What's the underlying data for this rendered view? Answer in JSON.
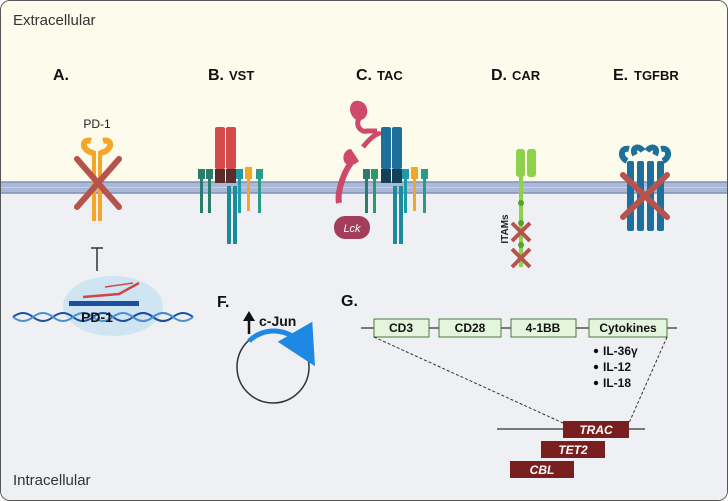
{
  "zones": {
    "extracellular": "Extracellular",
    "intracellular": "Intracellular"
  },
  "panels": {
    "a": {
      "letter": "A.",
      "label": "PD-1",
      "gene": "PD-1"
    },
    "b": {
      "letter": "B.",
      "sub": "VST"
    },
    "c": {
      "letter": "C.",
      "sub": "TAC",
      "kinase": "Lck"
    },
    "d": {
      "letter": "D.",
      "sub": "CAR",
      "motif": "ITAMs"
    },
    "e": {
      "letter": "E.",
      "sub": "TGFBR"
    },
    "f": {
      "letter": "F.",
      "factor": "c-Jun"
    },
    "g": {
      "letter": "G.",
      "construct": [
        "CD3",
        "CD28",
        "4-1BB",
        "Cytokines"
      ],
      "cytokines": [
        "IL-36γ",
        "IL-12",
        "IL-18"
      ],
      "loci": [
        "TRAC",
        "TET2",
        "CBL"
      ]
    }
  },
  "colors": {
    "extracellular_bg": "#fdfbec",
    "intracellular_bg": "#eef0f4",
    "membrane": "#a9b8d6",
    "knockout_x": "#b5544d",
    "gene_box": "#7a1f1f",
    "construct_box": "#e3f5dc",
    "circle_arrow": "#2196f3"
  },
  "icons": [
    "knockout-x-icon",
    "dna-helix-icon",
    "up-arrow-icon",
    "plasmid-circle-icon"
  ]
}
